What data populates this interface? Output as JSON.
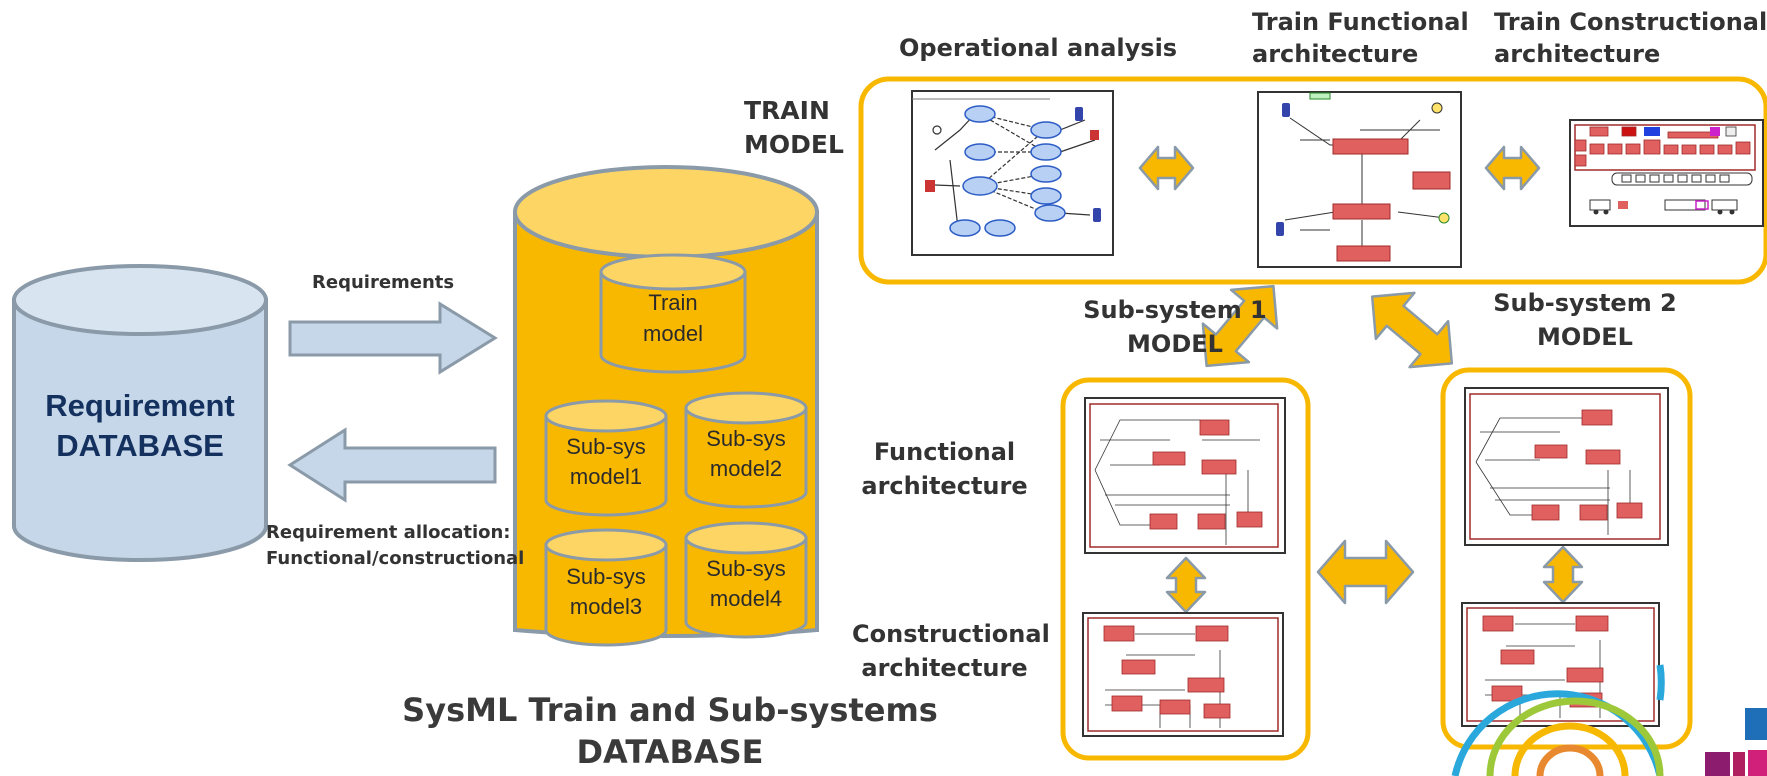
{
  "requirement_db": {
    "line1": "Requirement",
    "line2": "DATABASE"
  },
  "arrows": {
    "requirements_label": "Requirements",
    "allocation_line1": "Requirement allocation:",
    "allocation_line2": "Functional/constructional"
  },
  "sysml_db": {
    "title_line1": "SysML Train and Sub-systems",
    "title_line2": "DATABASE",
    "train_model": [
      "Train",
      "model"
    ],
    "subsys1": [
      "Sub-sys",
      "model1"
    ],
    "subsys2": [
      "Sub-sys",
      "model2"
    ],
    "subsys3": [
      "Sub-sys",
      "model3"
    ],
    "subsys4": [
      "Sub-sys",
      "model4"
    ]
  },
  "train_model": {
    "label_line1": "TRAIN",
    "label_line2": "MODEL",
    "operational_analysis": "Operational analysis",
    "functional_line1": "Train Functional",
    "functional_line2": "architecture",
    "constructional_line1": "Train Constructional",
    "constructional_line2": "architecture"
  },
  "subsystems": {
    "s1_line1": "Sub-system 1",
    "s1_line2": "MODEL",
    "s2_line1": "Sub-system 2",
    "s2_line2": "MODEL",
    "functional_line1": "Functional",
    "functional_line2": "architecture",
    "constructional_line1": "Constructional",
    "constructional_line2": "architecture"
  },
  "colors": {
    "orange": "#f9b800",
    "light_orange": "#fcd564",
    "blue_db": "#c5d7e8",
    "gray_edge": "#8a9aa8",
    "navy_text": "#14305e",
    "diagram_red": "#e06060"
  }
}
